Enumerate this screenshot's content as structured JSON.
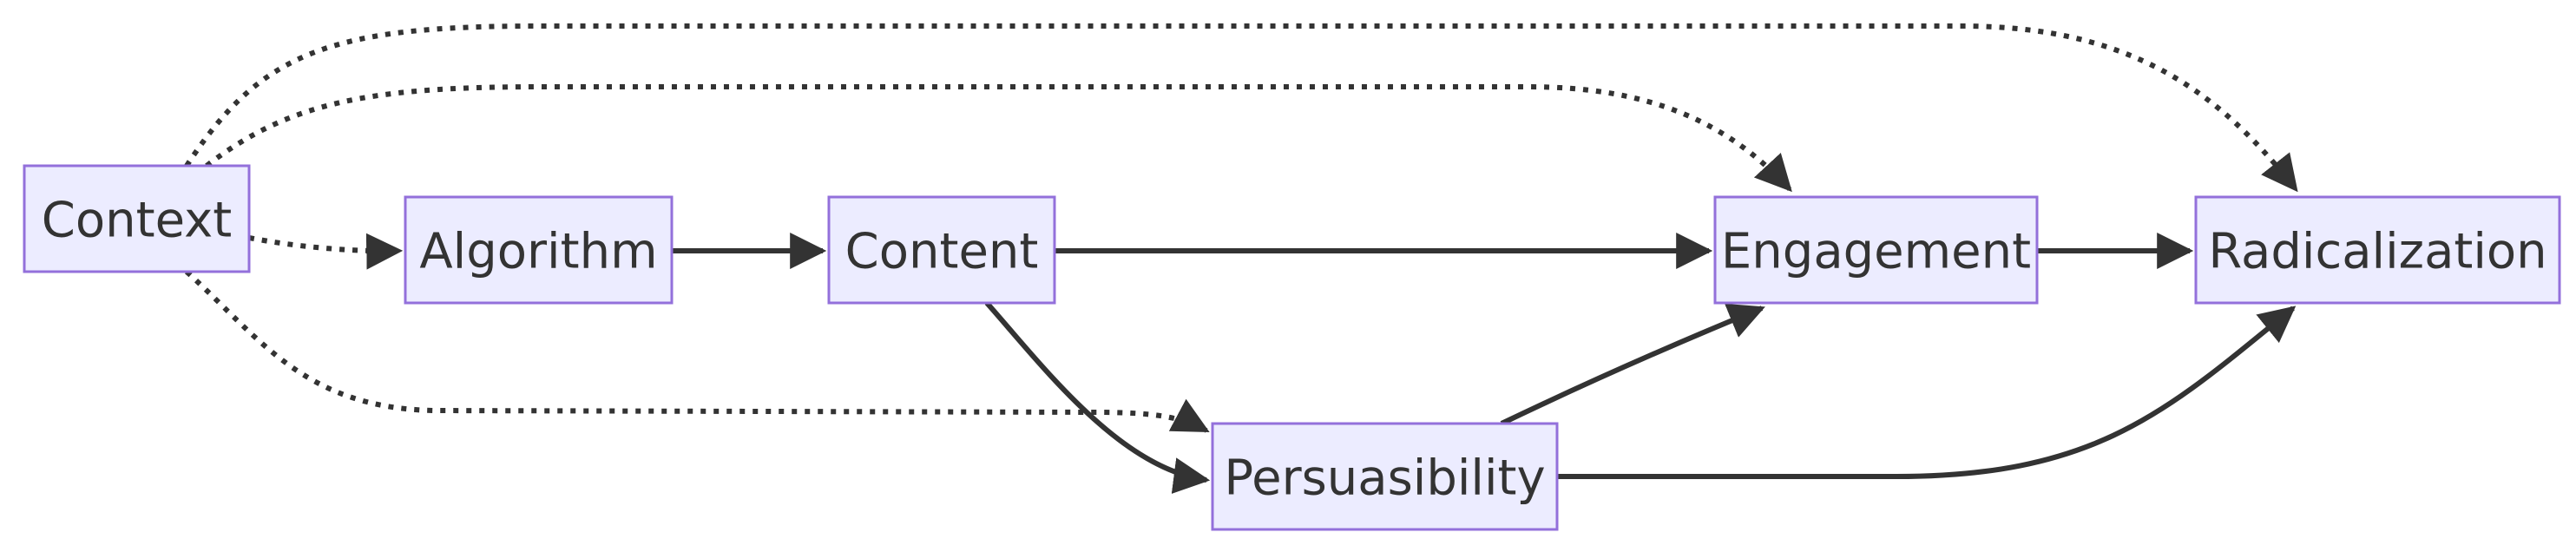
{
  "diagram": {
    "type": "flowchart",
    "colors": {
      "node_fill": "#ECECFF",
      "node_stroke": "#9370DB",
      "edge": "#333333",
      "text": "#333333"
    },
    "nodes": [
      {
        "id": "context",
        "label": "Context"
      },
      {
        "id": "algorithm",
        "label": "Algorithm"
      },
      {
        "id": "content",
        "label": "Content"
      },
      {
        "id": "engagement",
        "label": "Engagement"
      },
      {
        "id": "radicalization",
        "label": "Radicalization"
      },
      {
        "id": "persuasibility",
        "label": "Persuasibility"
      }
    ],
    "edges": [
      {
        "from": "context",
        "to": "algorithm",
        "style": "dotted"
      },
      {
        "from": "context",
        "to": "engagement",
        "style": "dotted"
      },
      {
        "from": "context",
        "to": "radicalization",
        "style": "dotted"
      },
      {
        "from": "context",
        "to": "persuasibility",
        "style": "dotted"
      },
      {
        "from": "algorithm",
        "to": "content",
        "style": "solid"
      },
      {
        "from": "content",
        "to": "engagement",
        "style": "solid"
      },
      {
        "from": "content",
        "to": "persuasibility",
        "style": "solid"
      },
      {
        "from": "engagement",
        "to": "radicalization",
        "style": "solid"
      },
      {
        "from": "persuasibility",
        "to": "engagement",
        "style": "solid"
      },
      {
        "from": "persuasibility",
        "to": "radicalization",
        "style": "solid"
      }
    ]
  }
}
